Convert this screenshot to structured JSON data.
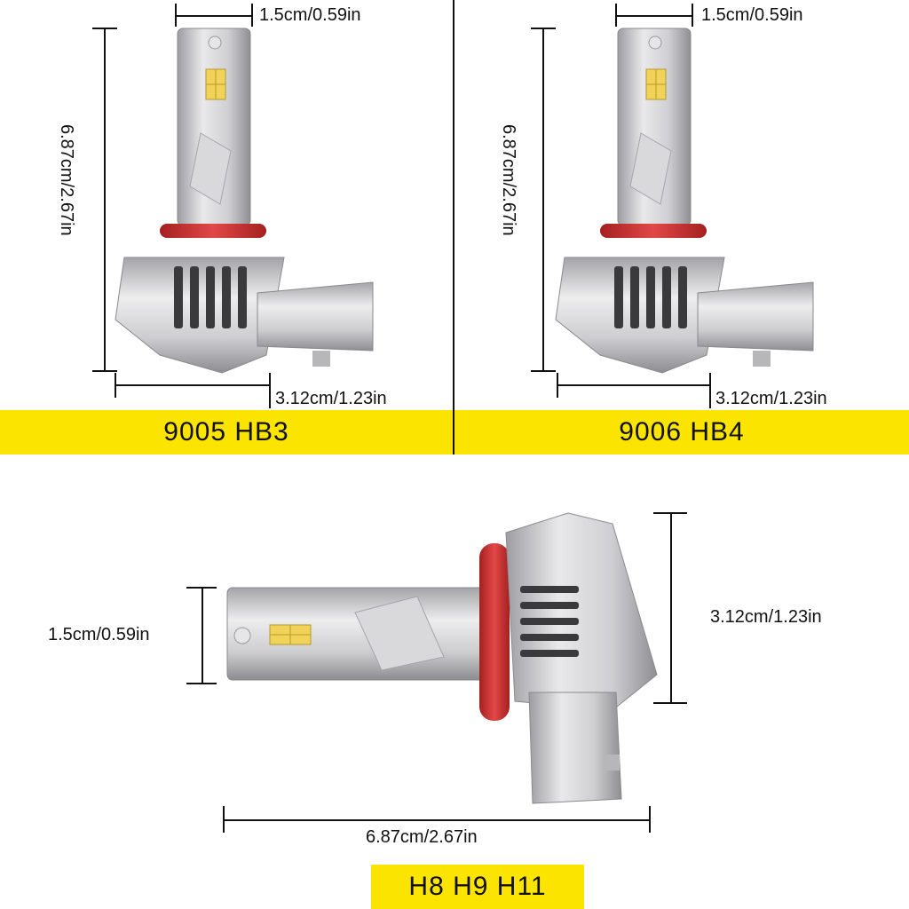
{
  "top_left": {
    "model_label": "9005 HB3",
    "width_dim": "1.5cm/0.59in",
    "height_dim": "6.87cm/2.67in",
    "base_dim": "3.12cm/1.23in"
  },
  "top_right": {
    "model_label": "9006 HB4",
    "width_dim": "1.5cm/0.59in",
    "height_dim": "6.87cm/2.67in",
    "base_dim": "3.12cm/1.23in"
  },
  "bottom": {
    "model_label": "H8 H9 H11",
    "width_dim": "1.5cm/0.59in",
    "height_dim": "3.12cm/1.23in",
    "length_dim": "6.87cm/2.67in"
  },
  "colors": {
    "label_band": "#fbe500",
    "seal_ring": "#d63a3a",
    "metal": "#c9c9cb",
    "led_chip": "#f2d35a"
  }
}
